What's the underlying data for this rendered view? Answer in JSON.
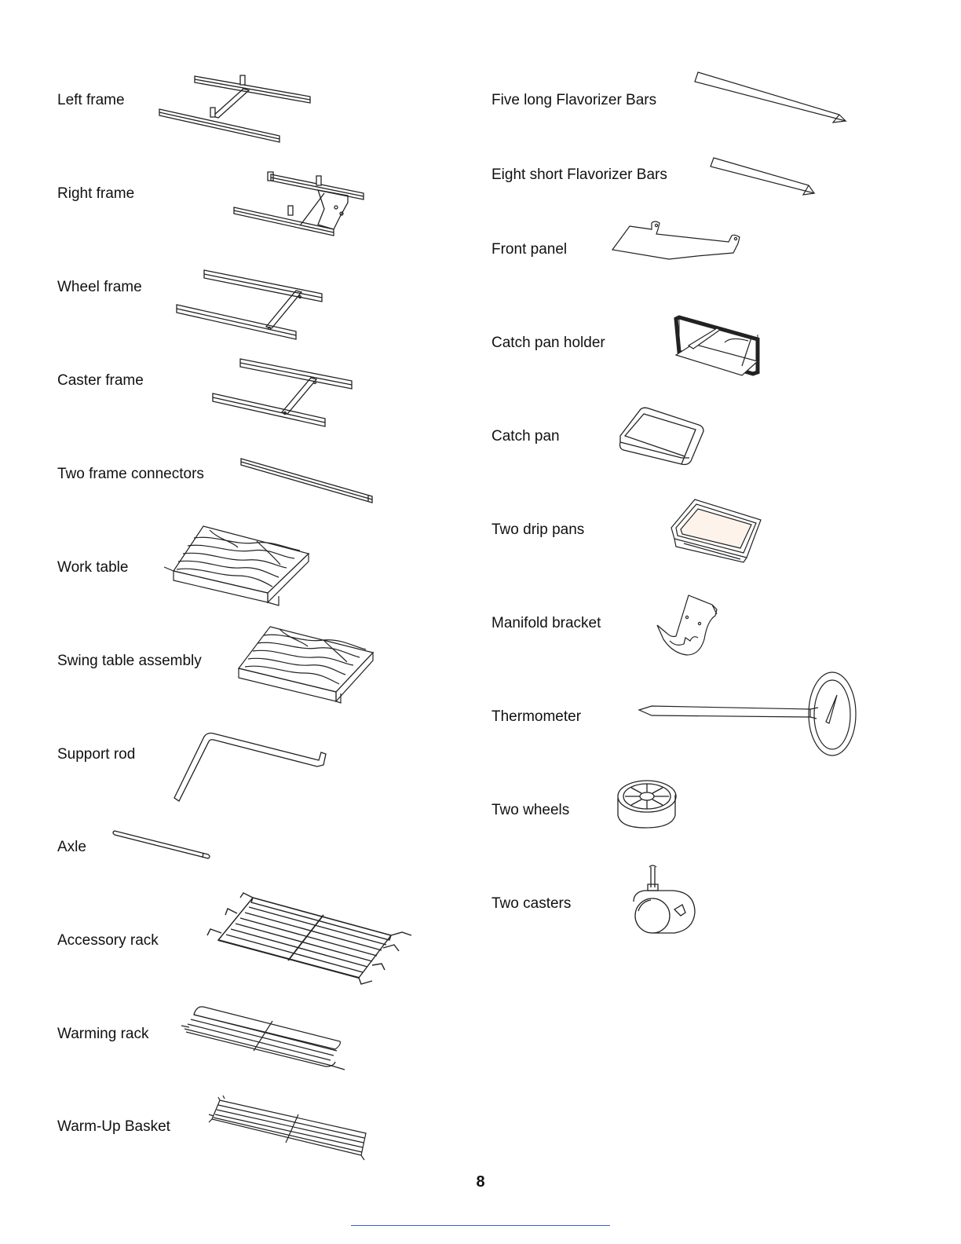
{
  "parts_left": [
    {
      "name": "Left frame",
      "icon": "left-frame"
    },
    {
      "name": "Right frame",
      "icon": "right-frame"
    },
    {
      "name": "Wheel frame",
      "icon": "wheel-frame"
    },
    {
      "name": "Caster frame",
      "icon": "caster-frame"
    },
    {
      "name": "Two frame connectors",
      "icon": "frame-connector"
    },
    {
      "name": "Work table",
      "icon": "work-table"
    },
    {
      "name": "Swing table assembly",
      "icon": "swing-table"
    },
    {
      "name": "Support rod",
      "icon": "support-rod"
    },
    {
      "name": "Axle",
      "icon": "axle"
    },
    {
      "name": "Accessory rack",
      "icon": "accessory-rack"
    },
    {
      "name": "Warming rack",
      "icon": "warming-rack"
    },
    {
      "name": "Warm-Up Basket",
      "icon": "warm-up-basket"
    }
  ],
  "parts_right": [
    {
      "name": "Five long Flavorizer Bars",
      "icon": "long-flavorizer-bar"
    },
    {
      "name": "Eight short Flavorizer Bars",
      "icon": "short-flavorizer-bar"
    },
    {
      "name": "Front panel",
      "icon": "front-panel"
    },
    {
      "name": "Catch pan holder",
      "icon": "catch-pan-holder"
    },
    {
      "name": "Catch pan",
      "icon": "catch-pan"
    },
    {
      "name": "Two drip pans",
      "icon": "drip-pan"
    },
    {
      "name": "Manifold bracket",
      "icon": "manifold-bracket"
    },
    {
      "name": "Thermometer",
      "icon": "thermometer"
    },
    {
      "name": "Two wheels",
      "icon": "wheel"
    },
    {
      "name": "Two casters",
      "icon": "caster"
    }
  ],
  "page_number": "8"
}
